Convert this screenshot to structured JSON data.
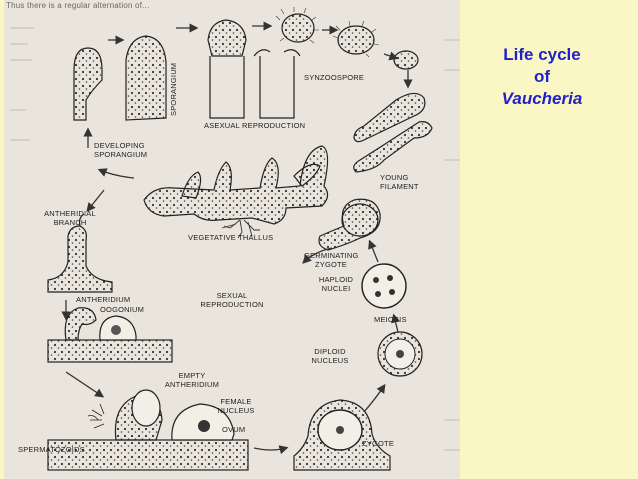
{
  "slide": {
    "title_line1": "Life cycle",
    "title_line2": "of",
    "title_line3": "Vaucheria",
    "title_color": "#1f22c9",
    "background_color": "#fbf7c4"
  },
  "diagram": {
    "header_text": "Thus there is a regular alternation of...",
    "labels": {
      "sporangium": "Sporangium",
      "synzoospore": "Synzoospore",
      "asexual_reproduction": "Asexual Reproduction",
      "developing_sporangium": "Developing Sporangium",
      "young_filament": "Young Filament",
      "antheridial_branch": "Antheridial Branch",
      "vegetative_thallus": "Vegetative Thallus",
      "germinating_zygote": "Germinating Zygote",
      "haploid_nuclei": "Haploid Nuclei",
      "sexual_reproduction": "Sexual Reproduction",
      "antheridium": "Antheridium",
      "oogonium": "Oogonium",
      "meiosis": "Meiosis",
      "diploid_nucleus": "Diploid Nucleus",
      "empty_antheridium": "Empty Antheridium",
      "female_nucleus": "Female Nucleus",
      "ovum": "Ovum",
      "spermatozoids": "Spermatozoids",
      "zygote": "Zygote"
    }
  }
}
